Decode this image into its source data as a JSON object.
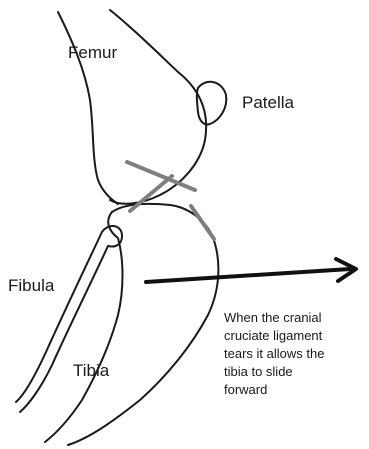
{
  "labels": {
    "femur": "Femur",
    "patella": "Patella",
    "fibula": "Fibula",
    "tibia": "Tibia"
  },
  "caption": {
    "lines": [
      "When the cranial",
      "cruciate ligament",
      "tears it allows the",
      "tibia to slide",
      "forward"
    ]
  },
  "colors": {
    "bone_outline": "#1a1a1a",
    "ligament": "#7f7f7f",
    "arrow": "#111111"
  }
}
